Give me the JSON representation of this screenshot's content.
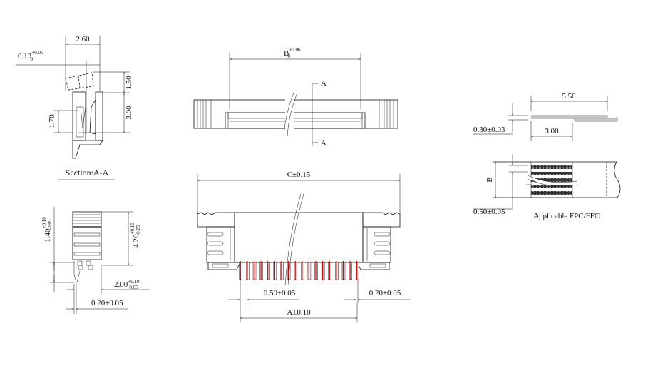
{
  "section_view": {
    "title": "Section:A-A",
    "dim_width": "2.60",
    "dim_gap_base": "0.13",
    "dim_gap_tol_upper": "+0.05",
    "dim_gap_tol_lower": "0",
    "dim_actuator": "1.50",
    "dim_height": "3.00",
    "dim_contact": "1.70"
  },
  "top_view": {
    "dim_b_base": "B",
    "dim_b_tol_upper": "+0.06",
    "dim_b_tol_lower": "0",
    "section_mark_top": "A",
    "section_mark_bottom": "A"
  },
  "front_view": {
    "dim_c": "C±0.15",
    "dim_pitch": "0.50±0.05",
    "dim_pin_width": "0.20±0.05",
    "dim_a": "A±0.10",
    "pin_count": 18,
    "pin_color": "#e00000"
  },
  "side_view": {
    "dim_1_base": "1.40",
    "dim_1_tol_upper": "+0.10",
    "dim_1_tol_lower": "-0.05",
    "dim_2_base": "4.20",
    "dim_2_tol_upper": "+0.10",
    "dim_2_tol_lower": "-0.05",
    "dim_3_base": "2.00",
    "dim_3_tol_upper": "+0.10",
    "dim_3_tol_lower": "+0.05",
    "dim_4": "0.20±0.05"
  },
  "fpc_view": {
    "dim_length": "5.50",
    "dim_thickness": "0.30±0.03",
    "dim_stiffener": "3.00",
    "dim_b": "B",
    "dim_pitch": "0.50±0.05",
    "caption": "Applicable FPC/FFC"
  }
}
